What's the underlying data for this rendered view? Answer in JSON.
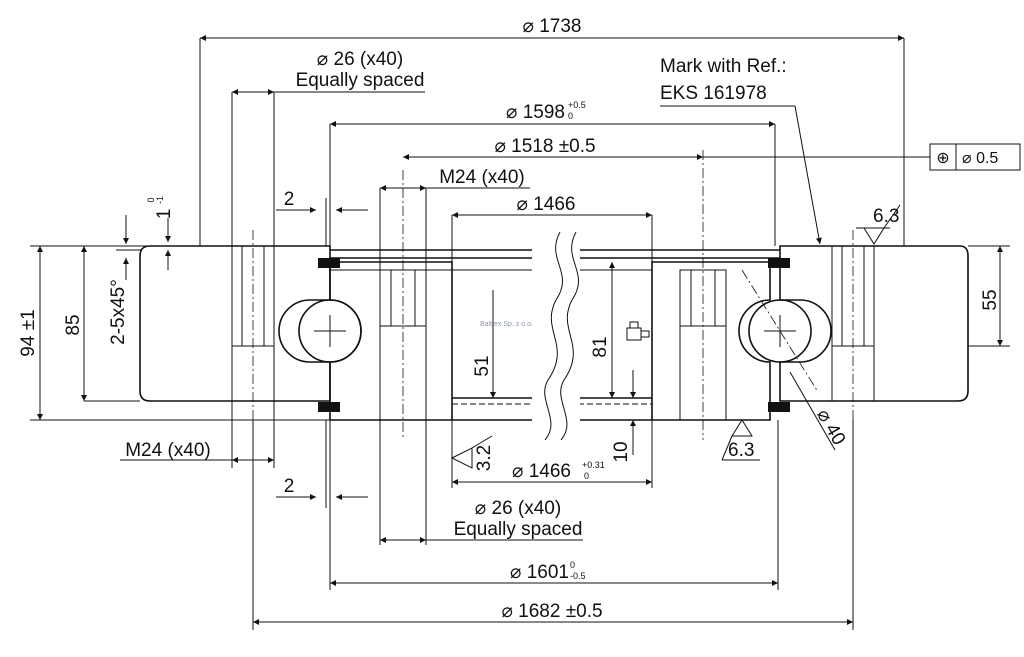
{
  "drawing": {
    "title": "",
    "watermark": "Balttex Sp. z o.o.",
    "mark_note": {
      "line1": "Mark with Ref.:",
      "line2": "EKS 161978"
    },
    "tolerance_frame": {
      "symbol": "⊕",
      "value": "⌀  0.5"
    },
    "dimensions": {
      "d1738": "⌀ 1738",
      "holes_top": "⌀ 26 (x40)",
      "equally_spaced_top": "Equally spaced",
      "d1598": "⌀ 1598",
      "d1598_tol_upper": "+0.5",
      "d1598_tol_lower": "0",
      "d1518": "⌀ 1518 ±0.5",
      "m24_top": "M24 (x40)",
      "d1466_top": "⌀ 1466",
      "two_top": "2",
      "one_label": "1",
      "one_tol_upper": "0",
      "one_tol_lower": "-1",
      "chamfer": "2-5x45°",
      "h94": "94 ±1",
      "h85": "85",
      "h51": "51",
      "h81": "81",
      "h55": "55",
      "h10": "10",
      "rough_63_top": "6.3",
      "rough_63_bottom": "6.3",
      "rough_32": "3.2",
      "ball_d40": "⌀ 40",
      "m24_bottom": "M24 (x40)",
      "two_bottom": "2",
      "d1466_bottom": "⌀ 1466",
      "d1466_tol_upper": "+0.31",
      "d1466_tol_lower": "0",
      "holes_bottom": "⌀ 26 (x40)",
      "equally_spaced_bottom": "Equally spaced",
      "d1601": "⌀ 1601",
      "d1601_tol_upper": "0",
      "d1601_tol_lower": "-0.5",
      "d1682": "⌀ 1682 ±0.5"
    }
  }
}
